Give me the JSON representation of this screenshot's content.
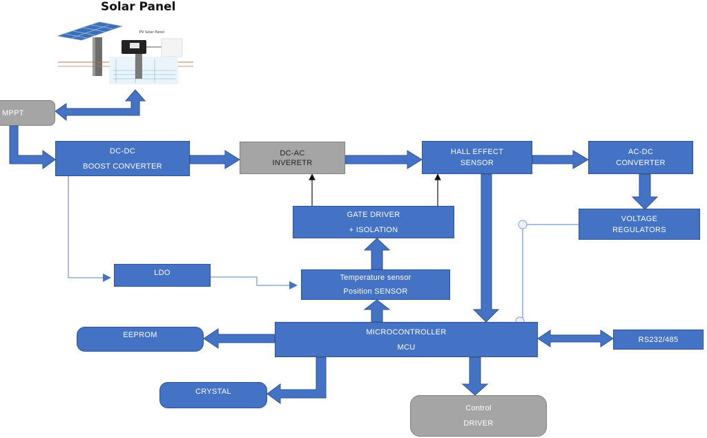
{
  "title": "Solar Panel",
  "panel_image_alt": "Solar panel installation illustration",
  "blocks": {
    "mppt": [
      "MPPT"
    ],
    "dcdc": [
      "DC-DC",
      "BOOST CONVERTER"
    ],
    "dcac": [
      "DC-AC",
      "INVERETR"
    ],
    "hall": [
      "HALL EFFECT",
      "SENSOR"
    ],
    "acdc": [
      "AC-DC",
      "CONVERTER"
    ],
    "voltage": [
      "VOLTAGE",
      "REGULATORS"
    ],
    "gate": [
      "GATE DRIVER",
      "+ ISOLATION"
    ],
    "ldo": [
      "LDO"
    ],
    "temp": [
      "Temperature sensor",
      "Position SENSOR"
    ],
    "mcu": [
      "MICROCONTROLLER",
      "MCU"
    ],
    "eeprom": [
      "EEPROM"
    ],
    "rs232": [
      "RS232/485"
    ],
    "crystal": [
      "CRYSTAL"
    ],
    "control": [
      "Control",
      "DRIVER"
    ]
  },
  "colors": {
    "block_blue": "#4472c4",
    "block_gray": "#a5a5a5",
    "line_light_blue": "#8eaadb"
  }
}
